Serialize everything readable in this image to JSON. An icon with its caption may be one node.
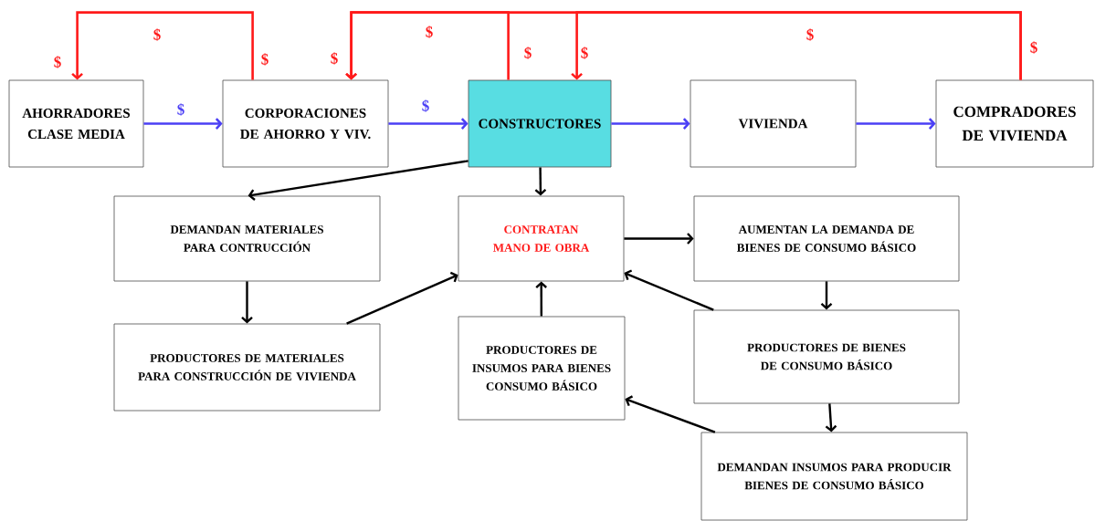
{
  "diagram": {
    "nodes": [
      {
        "text": [
          "AHORRADORES CLASE MEDIA"
        ]
      },
      {
        "text": [
          "CORPORACIONES DE AHORRO Y VIV."
        ]
      },
      {
        "text": [
          "CONSTRUCTORES"
        ]
      },
      {
        "text": [
          "VIVIENDA"
        ]
      },
      {
        "text": [
          "COMPRADORES DE VIVIENDA"
        ]
      },
      {
        "text": [
          "DEMANDAN MATERIALES PARA CONTRUCCIÓN"
        ]
      },
      {
        "text": [
          "CONTRATAN MANO DE OBRA"
        ]
      },
      {
        "text": [
          "AUMENTAN LA DEMANDA DE BIENES DE CONSUMO BÁSICO"
        ]
      },
      {
        "text": [
          "PRODUCTORES DE MATERIALES PARA CONSTRUCCIÓN DE VIVIENDA"
        ]
      },
      {
        "text": [
          "PRODUCTORES DE INSUMOS PARA BIENES CONSUMO BÁSICO"
        ]
      },
      {
        "text": [
          "PRODUCTORES DE BIENES DE CONSUMO BÁSICO"
        ]
      },
      {
        "text": [
          "DEMANDAN INSUMOS PARA PRODUCIR BIENES DE CONSUMO BÁSICO"
        ]
      }
    ],
    "edges": [
      {
        "from": 0,
        "to": 1,
        "arrow": "to",
        "label": "$",
        "color": "#4b3ff5"
      },
      {
        "from": 1,
        "to": 2,
        "arrow": "to",
        "label": "$",
        "color": "#4b3ff5"
      },
      {
        "from": 2,
        "to": 3,
        "arrow": "to",
        "color": "#4b3ff5"
      },
      {
        "from": 3,
        "to": 4,
        "arrow": "to",
        "color": "#4b3ff5"
      },
      {
        "from": 1,
        "to": 0,
        "arrow": "to",
        "label": "$",
        "color": "#ff1a1a"
      },
      {
        "from": 4,
        "to": 1,
        "arrow": "to",
        "label": "$",
        "color": "#ff1a1a"
      },
      {
        "from": 2,
        "to": 1,
        "arrow": "to",
        "label": "$",
        "color": "#ff1a1a"
      },
      {
        "from": 4,
        "to": 2,
        "arrow": "to",
        "label": "$",
        "color": "#ff1a1a"
      },
      {
        "from": 2,
        "to": 5,
        "arrow": "to"
      },
      {
        "from": 2,
        "to": 6,
        "arrow": "to"
      },
      {
        "from": 5,
        "to": 8,
        "arrow": "to"
      },
      {
        "from": 8,
        "to": 6,
        "arrow": "to"
      },
      {
        "from": 6,
        "to": 7,
        "arrow": "to"
      },
      {
        "from": 7,
        "to": 10,
        "arrow": "to"
      },
      {
        "from": 10,
        "to": 6,
        "arrow": "to"
      },
      {
        "from": 10,
        "to": 11,
        "arrow": "to"
      },
      {
        "from": 11,
        "to": 9,
        "arrow": "to"
      },
      {
        "from": 9,
        "to": 6,
        "arrow": "to"
      }
    ],
    "labels": [
      "$",
      "$",
      "$",
      "$",
      "$"
    ]
  }
}
